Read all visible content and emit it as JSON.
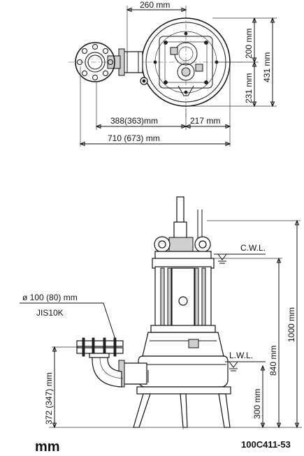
{
  "dimensions": {
    "top_width": "260 mm",
    "top_right_upper": "200 mm",
    "top_right_lower": "231 mm",
    "top_right_total": "431 mm",
    "bottom_left": "388(363)mm",
    "bottom_right": "217 mm",
    "overall_width": "710 (673)  mm",
    "height_total": "1000 mm",
    "height_outlet_level": "840 mm",
    "height_lwl": "300 mm",
    "height_discharge": "372 (347) mm"
  },
  "labels": {
    "cwl": "C.W.L.",
    "lwl": "L.W.L.",
    "pipe_size": "ø 100 (80) mm",
    "pipe_standard": "JIS10K"
  },
  "footer": {
    "unit": "mm",
    "drawing_code": "100C411-53"
  }
}
